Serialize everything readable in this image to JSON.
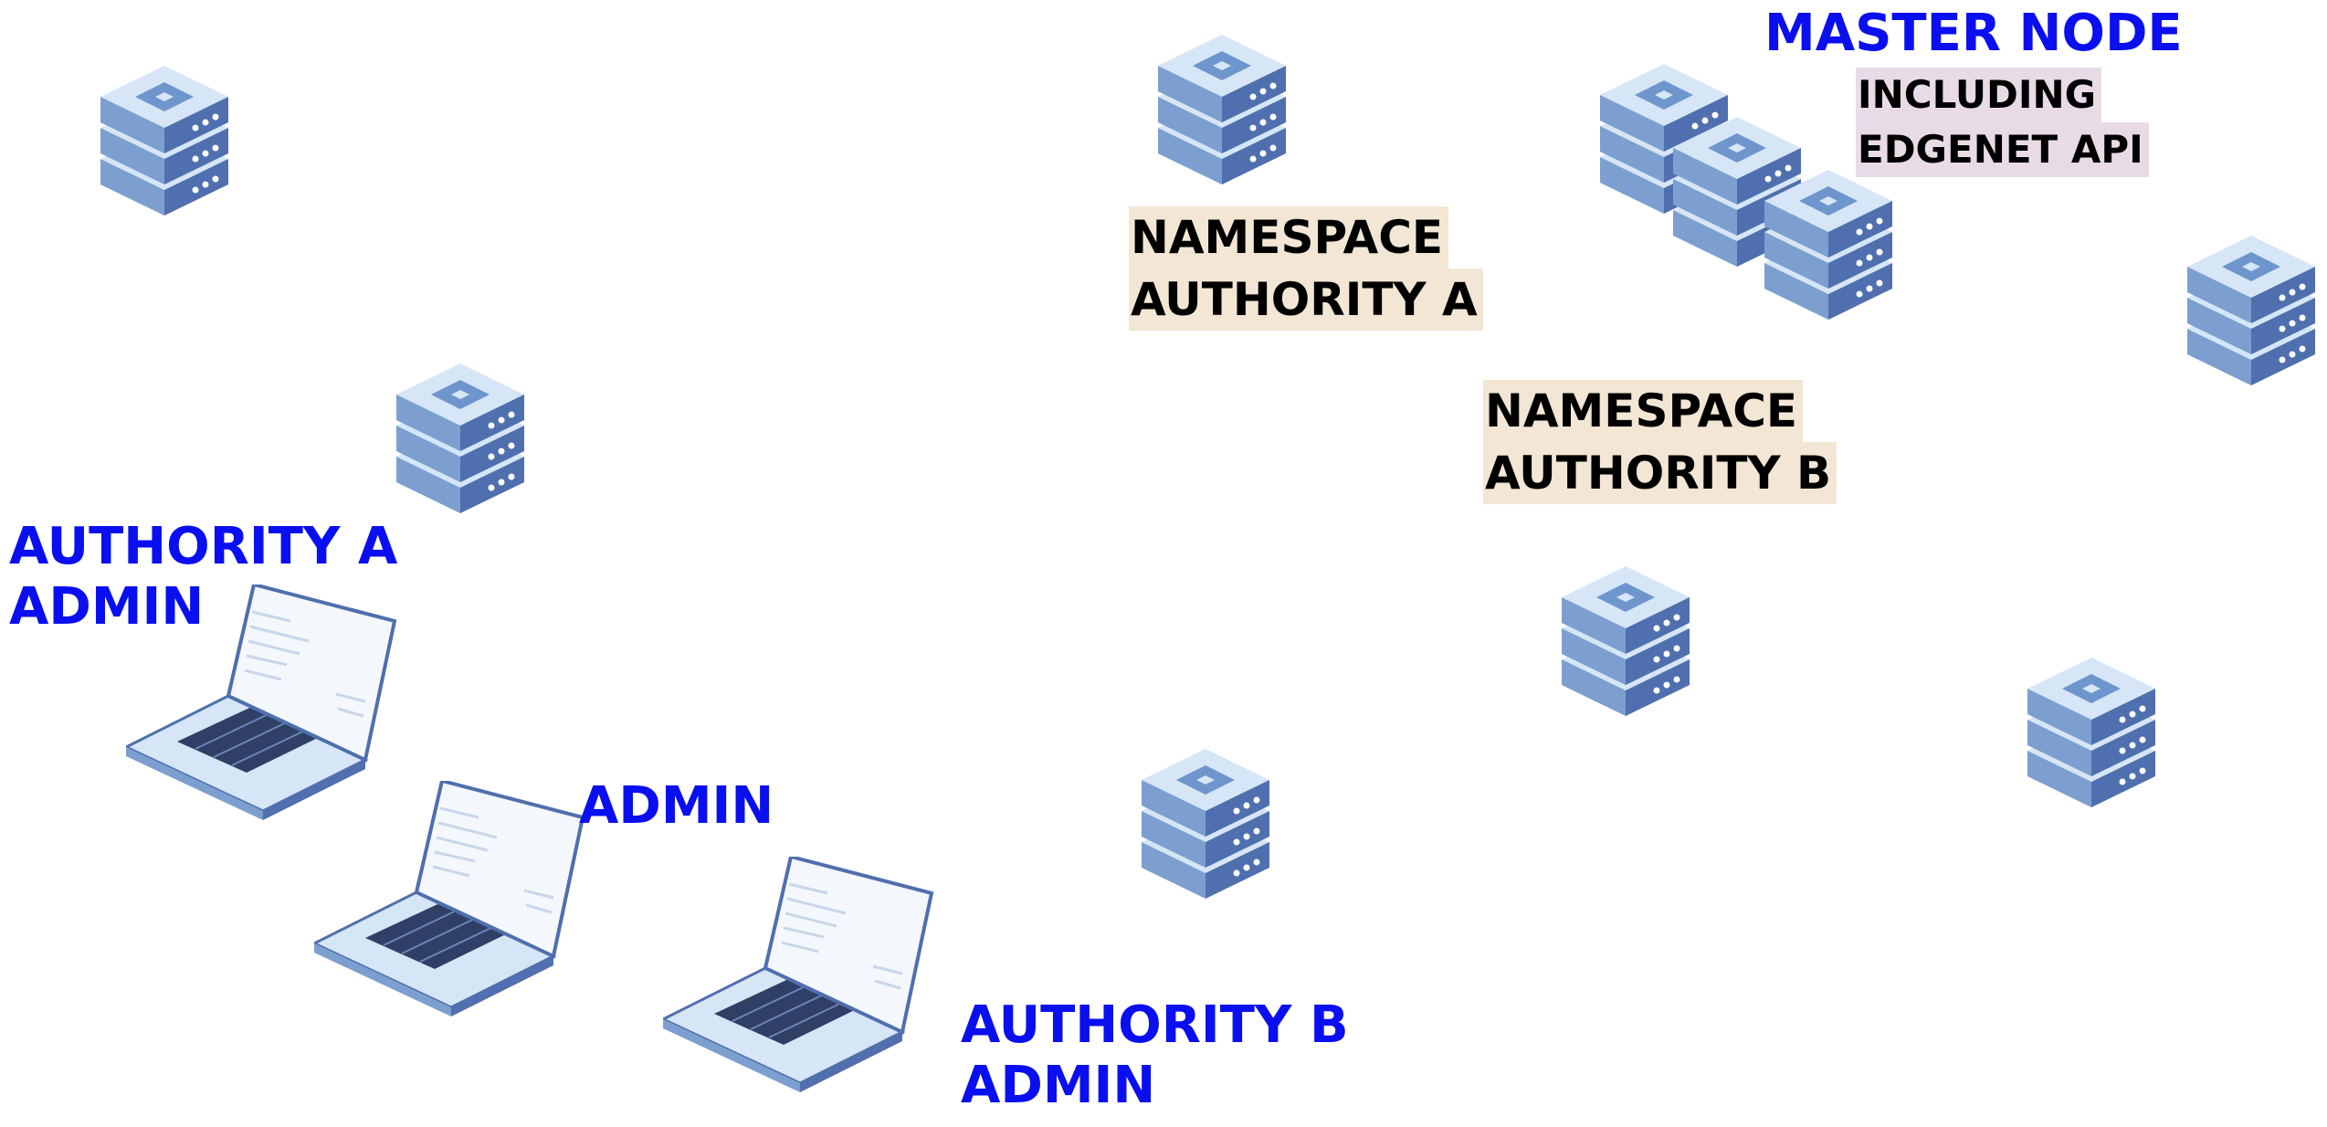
{
  "colors": {
    "label_blue": "#0a0ff0",
    "namespace_highlight": "#f3e6d4",
    "master_highlight": "#e8dbe6",
    "server_light": "#d6e6f7",
    "server_mid": "#7c9fd0",
    "server_dark": "#4f6fae"
  },
  "icons": {
    "server": "server-stack-icon",
    "laptop": "laptop-icon"
  },
  "labels": {
    "master_node": "MASTER NODE",
    "master_note": [
      "INCLUDING",
      "EDGENET API"
    ],
    "namespace_a": [
      "NAMESPACE",
      "AUTHORITY A"
    ],
    "namespace_b": [
      "NAMESPACE",
      "AUTHORITY B"
    ],
    "authority_a_admin": [
      "AUTHORITY A",
      "ADMIN"
    ],
    "admin": "ADMIN",
    "authority_b_admin": [
      "AUTHORITY B",
      "ADMIN"
    ]
  }
}
